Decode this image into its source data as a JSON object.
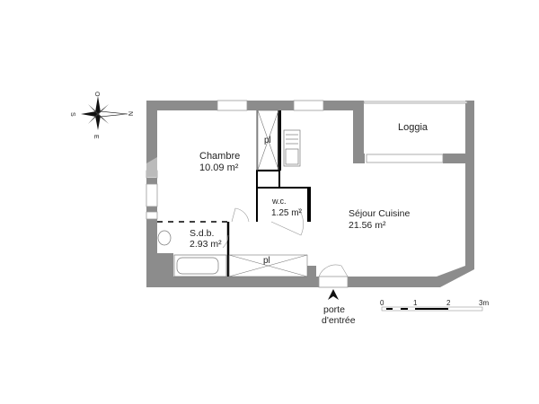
{
  "compass": {
    "north": "N",
    "south": "S",
    "east": "E",
    "west": "O"
  },
  "rooms": {
    "chambre": {
      "name": "Chambre",
      "area": "10.09 m²"
    },
    "wc": {
      "name": "w.c.",
      "area": "1.25 m²"
    },
    "sejour": {
      "name": "Séjour Cuisine",
      "area": "21.56 m²"
    },
    "sdb": {
      "name": "S.d.b.",
      "area": "2.93 m²"
    },
    "loggia": {
      "name": "Loggia"
    },
    "placard_top": {
      "name": "pl"
    },
    "placard_bottom": {
      "name": "pl"
    }
  },
  "entrance": {
    "line1": "porte",
    "line2": "d'entrée"
  },
  "scale": {
    "ticks": [
      "0",
      "1",
      "2",
      "3m"
    ]
  },
  "colors": {
    "wall": "#8c8c8c",
    "partition": "#000000"
  }
}
